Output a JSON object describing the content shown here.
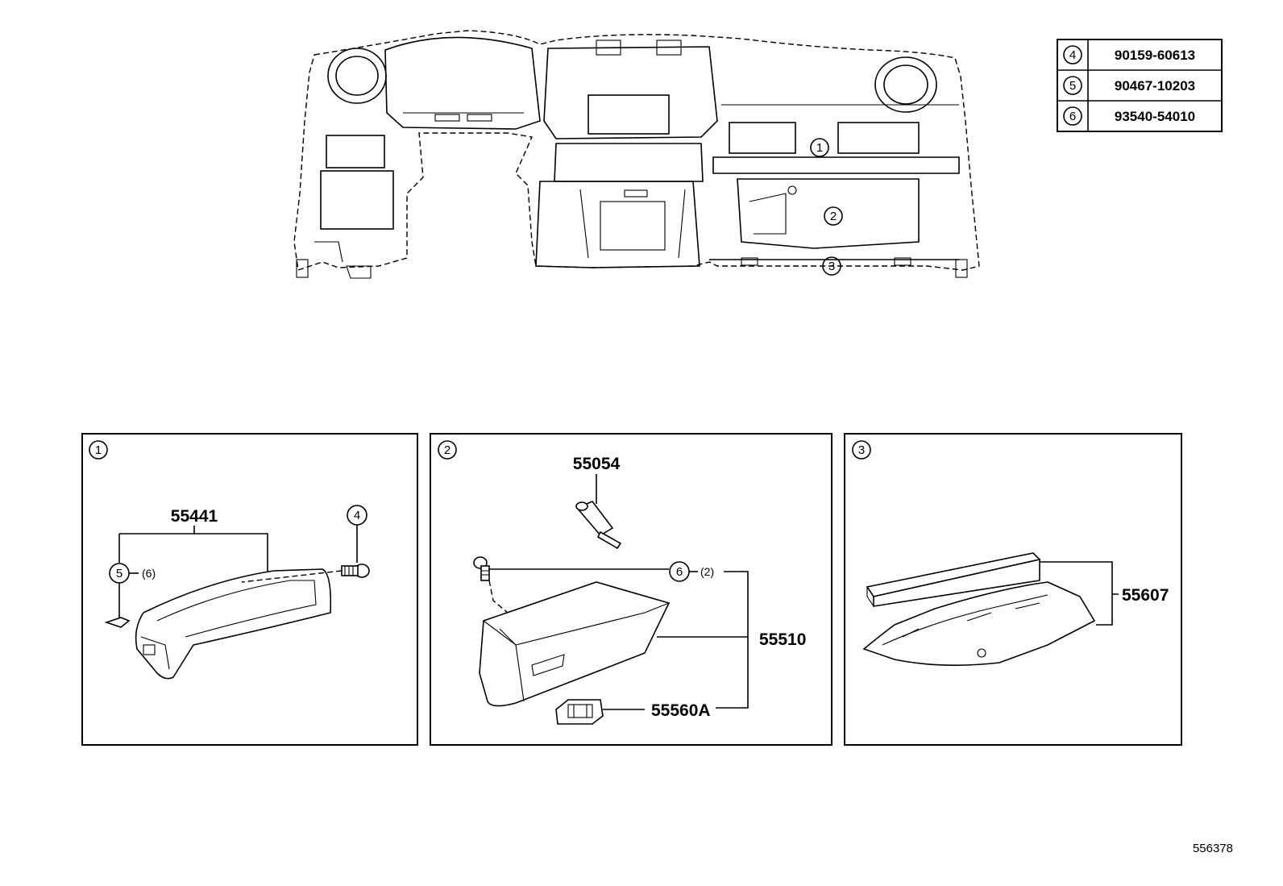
{
  "parts_table": [
    {
      "ref": "4",
      "part_number": "90159-60613"
    },
    {
      "ref": "5",
      "part_number": "90467-10203"
    },
    {
      "ref": "6",
      "part_number": "93540-54010"
    }
  ],
  "overview_callouts": [
    "1",
    "2",
    "3"
  ],
  "panel_1": {
    "ref": "1",
    "part_55441": "55441",
    "callout_4": "4",
    "callout_5": "5",
    "qty_5": "(6)"
  },
  "panel_2": {
    "ref": "2",
    "part_55054": "55054",
    "callout_6": "6",
    "qty_6": "(2)",
    "part_55510": "55510",
    "part_55560A": "55560A"
  },
  "panel_3": {
    "ref": "3",
    "part_55607": "55607"
  },
  "figure_id": "556378"
}
